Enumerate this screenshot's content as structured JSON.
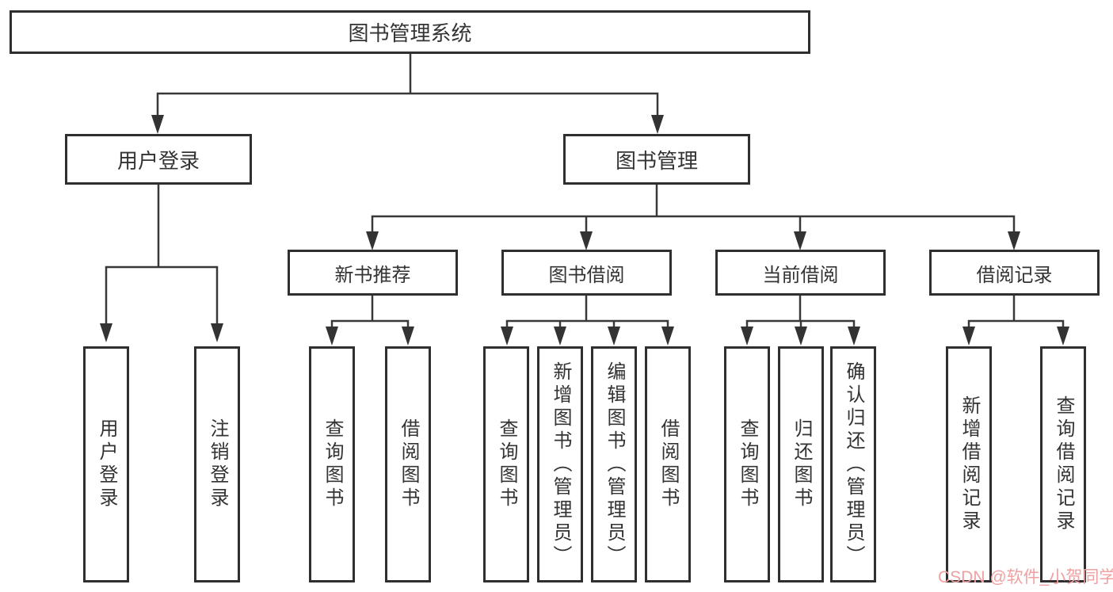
{
  "diagram": {
    "root": {
      "label": "图书管理系统"
    },
    "level2": [
      {
        "label": "用户登录"
      },
      {
        "label": "图书管理"
      }
    ],
    "level3": [
      {
        "label": "新书推荐"
      },
      {
        "label": "图书借阅"
      },
      {
        "label": "当前借阅"
      },
      {
        "label": "借阅记录"
      }
    ],
    "leaves": {
      "login": [
        "用户登录",
        "注销登录"
      ],
      "newbook": [
        "查询图书",
        "借阅图书"
      ],
      "borrow": [
        "查询图书",
        "新增图书（管理员）",
        "编辑图书（管理员）",
        "借阅图书"
      ],
      "current": [
        "查询图书",
        "归还图书",
        "确认归还（管理员）"
      ],
      "record": [
        "新增借阅记录",
        "查询借阅记录"
      ]
    }
  },
  "watermark": {
    "text": "CSDN @软件_小贺同学"
  },
  "colors": {
    "line": "#383838",
    "border": "#2f2f2f",
    "text": "#333333",
    "box_background": "#ffffff",
    "page_background": "#ffffff",
    "watermark": "#f0a0a0"
  }
}
